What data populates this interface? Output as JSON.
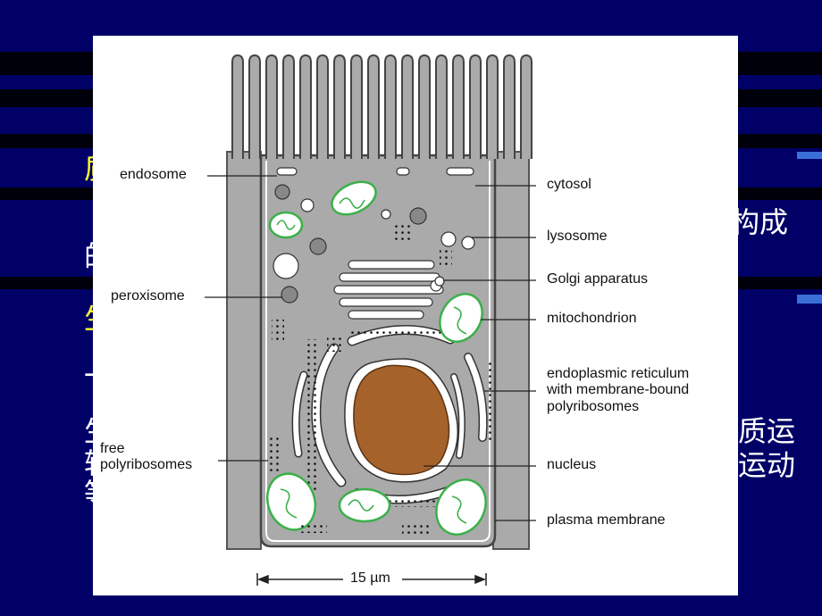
{
  "slide": {
    "background_color": "#000066",
    "partial_text": [
      {
        "text": "质",
        "color": "yellow"
      },
      {
        "text": "构成",
        "color": "white"
      },
      {
        "text": "的",
        "color": "white"
      },
      {
        "text": "生",
        "color": "yellow"
      },
      {
        "text": "一",
        "color": "white"
      },
      {
        "text": "生",
        "color": "white"
      },
      {
        "text": "质运",
        "color": "white"
      },
      {
        "text": "转",
        "color": "white"
      },
      {
        "text": "运动",
        "color": "white"
      },
      {
        "text": "等",
        "color": "white"
      }
    ]
  },
  "diagram": {
    "labels_left": [
      "endosome",
      "peroxisome",
      "free\npolyribosomes"
    ],
    "labels_right": [
      "cytosol",
      "lysosome",
      "Golgi apparatus",
      "mitochondrion",
      "endoplasmic reticulum\nwith membrane-bound\npolyribosomes",
      "nucleus",
      "plasma membrane"
    ],
    "scale_bar": "15 µm",
    "colors": {
      "cytosol": "#aaaaaa",
      "mitochondrion_outline": "#3cb04a",
      "nucleus": "#a5622a",
      "membrane": "#ffffff"
    }
  }
}
